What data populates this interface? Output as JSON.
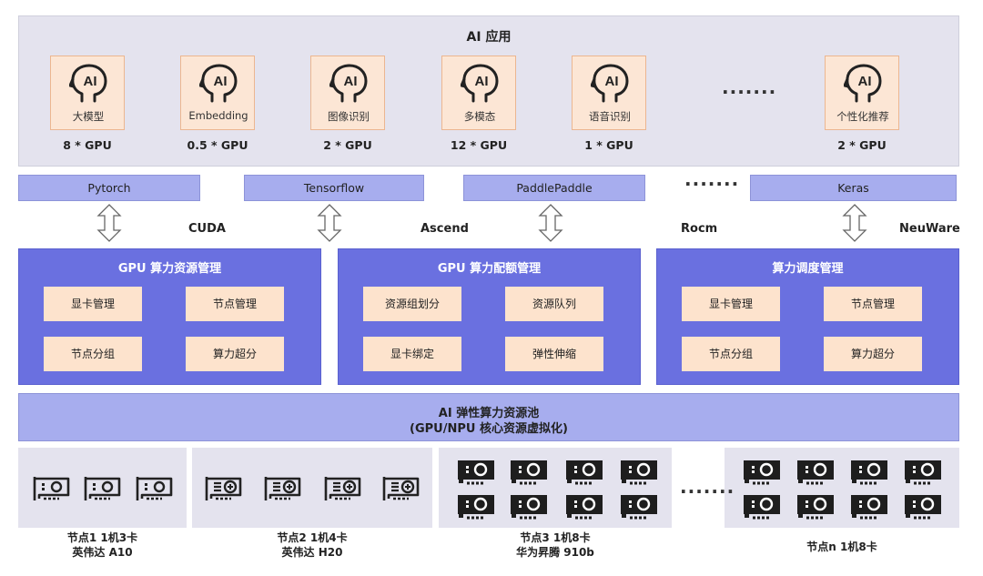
{
  "ai_apps": {
    "title": "AI 应用",
    "icon_text": "AI",
    "apps": [
      {
        "name": "大模型",
        "gpu": "8 * GPU",
        "icon": "ai-head-icon"
      },
      {
        "name": "Embedding",
        "gpu": "0.5 * GPU",
        "icon": "ai-head-icon"
      },
      {
        "name": "图像识别",
        "gpu": "2 * GPU",
        "icon": "ai-head-icon"
      },
      {
        "name": "多模态",
        "gpu": "12 * GPU",
        "icon": "ai-head-icon"
      },
      {
        "name": "语音识别",
        "gpu": "1 * GPU",
        "icon": "ai-head-icon"
      },
      {
        "name": "个性化推荐",
        "gpu": "2 * GPU",
        "icon": "ai-head-icon"
      }
    ],
    "ellipsis": "·······"
  },
  "frameworks": {
    "items": [
      "Pytorch",
      "Tensorflow",
      "PaddlePaddle",
      "Keras"
    ],
    "ellipsis": "·······"
  },
  "accelerators": [
    "CUDA",
    "Ascend",
    "Rocm",
    "NeuWare"
  ],
  "management": [
    {
      "title": "GPU 算力资源管理",
      "items": [
        "显卡管理",
        "节点管理",
        "节点分组",
        "算力超分"
      ]
    },
    {
      "title": "GPU 算力配额管理",
      "items": [
        "资源组划分",
        "资源队列",
        "显卡绑定",
        "弹性伸缩"
      ]
    },
    {
      "title": "算力调度管理",
      "items": [
        "显卡管理",
        "节点管理",
        "节点分组",
        "算力超分"
      ]
    }
  ],
  "pool": {
    "line1": "AI 弹性算力资源池",
    "line2": "(GPU/NPU 核心资源虚拟化)"
  },
  "nodes": [
    {
      "line1": "节点1 1机3卡",
      "line2": "英伟达 A10",
      "cards": 3,
      "icon": "gpu-card-icon"
    },
    {
      "line1": "节点2 1机4卡",
      "line2": "英伟达 H20",
      "cards": 4,
      "icon": "gpu-card-fan-icon"
    },
    {
      "line1": "节点3 1机8卡",
      "line2": "华为昇腾 910b",
      "cards": 8,
      "icon": "npu-card-icon"
    },
    {
      "line1": "节点n 1机8卡",
      "line2": "",
      "cards": 8,
      "icon": "npu-card-icon"
    }
  ],
  "nodes_ellipsis": "·······",
  "colors": {
    "panel_bg": "#e4e3ee",
    "card_bg": "#fce6d5",
    "framework_bg": "#a7adee",
    "mgmt_bg": "#6a70e0",
    "mgmt_item_bg": "#fde3cd"
  }
}
